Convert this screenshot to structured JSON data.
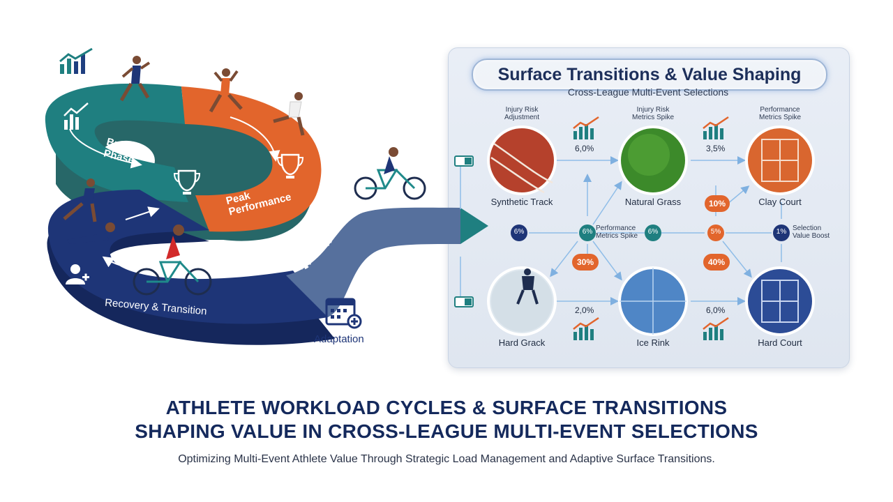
{
  "cycle": {
    "build_up": "Build-Up\nPhase",
    "peak": "Peak\nPerformance",
    "recovery": "Recovery & Transition",
    "adaptation": "Adaptation"
  },
  "panel": {
    "title": "Surface Transitions & Value Shaping",
    "subtitle": "Cross-League Multi-Event Selections",
    "surfaces": [
      {
        "name": "Synthetic Track",
        "top_note": "Injury Risk\nAdjustment"
      },
      {
        "name": "Natural Grass",
        "top_note": "Injury Risk\nMetrics Spike"
      },
      {
        "name": "Clay Court",
        "top_note": "Performance\nMetrics Spike"
      },
      {
        "name": "Hard Grack"
      },
      {
        "name": "Ice Rink"
      },
      {
        "name": "Hard Court"
      }
    ],
    "edge_values": {
      "track_to_grass": "6,0%",
      "grass_to_clay": "3,5%",
      "hard_to_ice": "2,0%",
      "ice_to_court": "6,0%"
    },
    "badges": {
      "left": "6%",
      "center_left": "6%",
      "center_right": "6%",
      "right_orange": "5%",
      "right_navy": "1%",
      "orange_top": "10%",
      "orange_mid": "30%",
      "orange_low": "40%"
    },
    "mid_labels": {
      "performance": "Performance\nMetrics Spike",
      "selection": "Selection\nValue Boost"
    }
  },
  "headline": {
    "line1": "ATHLETE WORKLOAD CYCLES & SURFACE TRANSITIONS",
    "line2": "SHAPING VALUE IN CROSS-LEAGUE MULTI-EVENT SELECTIONS",
    "subtitle": "Optimizing Multi-Event Athlete Value Through Strategic Load Management and Adaptive Surface Transitions."
  },
  "colors": {
    "teal": "#1f7f80",
    "orange": "#e2652c",
    "navy": "#1e3577",
    "slate": "#56709d",
    "title": "#14295c"
  }
}
